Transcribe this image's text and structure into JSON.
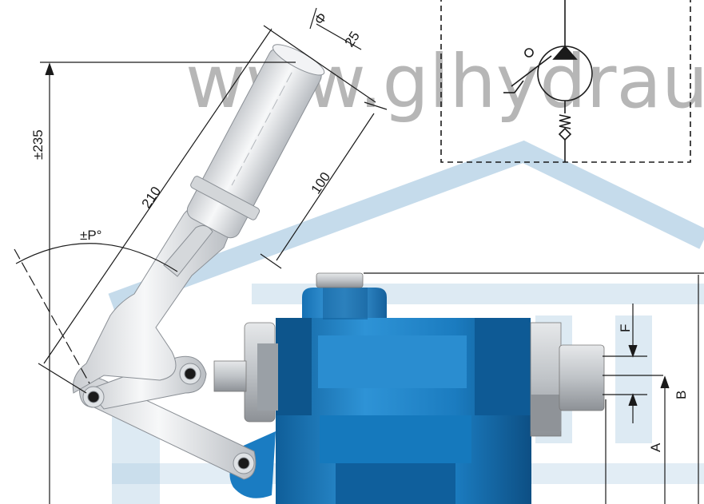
{
  "watermark": "www.glhydrau",
  "dimensions": {
    "handle_travel": "±235",
    "handle_length": "210",
    "grip_length": "100",
    "grip_diameter_symbol": "Φ",
    "grip_diameter": "25",
    "swing_angle": "±P°",
    "dim_f": "F",
    "dim_b": "B",
    "dim_a": "A"
  },
  "colors": {
    "body": "#1e7fc4",
    "body_dark": "#12598f",
    "lever": "#eceef0",
    "line": "#1a1a1a",
    "watermark_blue": "#9ec3dd"
  }
}
